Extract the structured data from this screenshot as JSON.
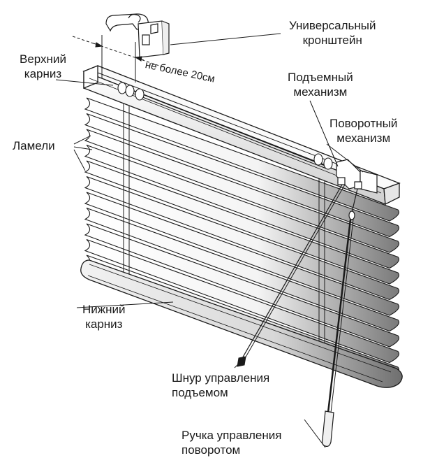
{
  "labels": {
    "bracket": [
      "Универсальный",
      "кронштейн"
    ],
    "top_rail": [
      "Верхний",
      "карниз"
    ],
    "lift_mechanism": [
      "Подъемный",
      "механизм"
    ],
    "tilt_mechanism": [
      "Поворотный",
      "механизм"
    ],
    "slats": "Ламели",
    "bottom_rail": [
      "Нижний",
      "карниз"
    ],
    "lift_cord": [
      "Шнур управления",
      "подъемом"
    ],
    "tilt_wand": [
      "Ручка управления",
      "поворотом"
    ]
  },
  "dimension_note": "не более 20см",
  "colors": {
    "line": "#1a1a1a",
    "shade_dark": "#777777",
    "background": "#ffffff"
  }
}
